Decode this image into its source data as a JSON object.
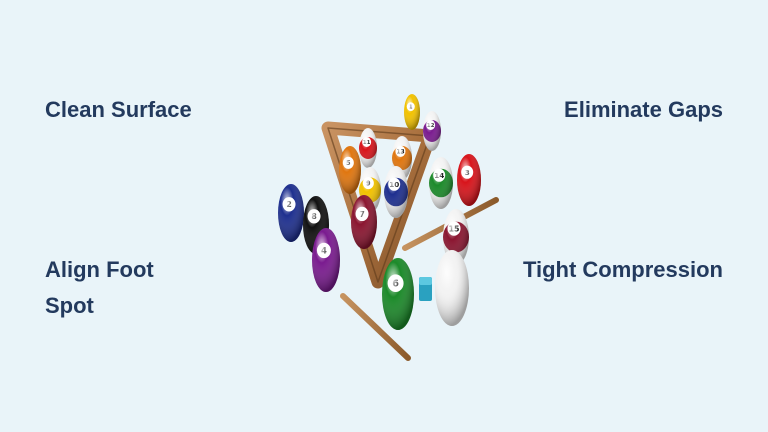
{
  "tips": {
    "top_left": "Clean Surface",
    "top_right": "Eliminate Gaps",
    "bottom_left": "Align Foot Spot",
    "bottom_right": "Tight Compression"
  },
  "balls": [
    {
      "n": "1",
      "color": "#f2c200",
      "stripe": false
    },
    {
      "n": "2",
      "color": "#1e2f8f",
      "stripe": false
    },
    {
      "n": "3",
      "color": "#d8141b",
      "stripe": false
    },
    {
      "n": "4",
      "color": "#7a1b8f",
      "stripe": false
    },
    {
      "n": "5",
      "color": "#e0760f",
      "stripe": false
    },
    {
      "n": "6",
      "color": "#1c8a2a",
      "stripe": false
    },
    {
      "n": "7",
      "color": "#8a1530",
      "stripe": false
    },
    {
      "n": "8",
      "color": "#111111",
      "stripe": false
    },
    {
      "n": "9",
      "color": "#f2c200",
      "stripe": true
    },
    {
      "n": "10",
      "color": "#1e2f8f",
      "stripe": true
    },
    {
      "n": "11",
      "color": "#d8141b",
      "stripe": true
    },
    {
      "n": "12",
      "color": "#7a1b8f",
      "stripe": true
    },
    {
      "n": "13",
      "color": "#e0760f",
      "stripe": true
    },
    {
      "n": "14",
      "color": "#1c8a2a",
      "stripe": true
    },
    {
      "n": "15",
      "color": "#8a1530",
      "stripe": true
    }
  ]
}
